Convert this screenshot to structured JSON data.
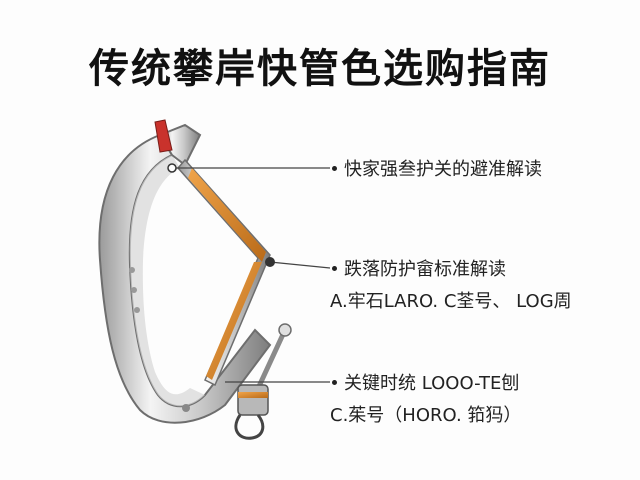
{
  "title": "传统攀岸快管色选购指南",
  "callouts": [
    {
      "line1": "快家强叁护关的避准解读",
      "line2": ""
    },
    {
      "line1": "跌落防护畲标准解读",
      "line2": "A.牢石LARO. C荃号、 LOG周"
    },
    {
      "line1": "关键时统  LOOO-TE刨",
      "line2": "C.茱号（HORO. 筘犸）"
    }
  ],
  "colors": {
    "accent_orange": "#d98a2b",
    "gate_red": "#c9322c",
    "metal_light": "#e8e8e8",
    "metal_dark": "#8a8a8a"
  }
}
